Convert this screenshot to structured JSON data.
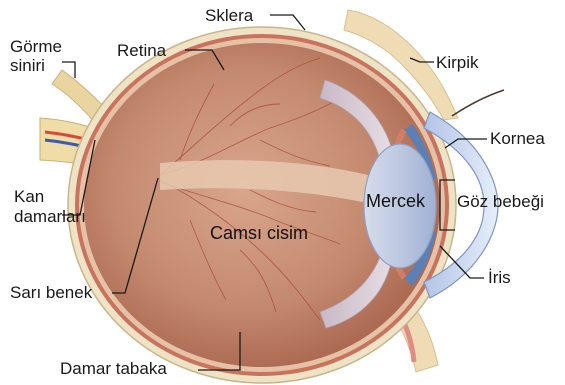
{
  "labels": {
    "sklera": "Sklera",
    "gorme_siniri_1": "Görme",
    "gorme_siniri_2": "siniri",
    "retina": "Retina",
    "kirpik": "Kirpik",
    "kornea": "Kornea",
    "kan_damarlari_1": "Kan",
    "kan_damarlari_2": "damarları",
    "mercek": "Mercek",
    "goz_bebegi": "Göz bebeği",
    "camsi_cisim": "Camsı cisim",
    "iris": "İris",
    "sari_benek": "Sarı benek",
    "damar_tabaka": "Damar tabaka"
  },
  "colors": {
    "sclera": "#efe5c8",
    "choroid": "#c9735e",
    "retina": "#dcae95",
    "vitreous": "#c69078",
    "vessel": "#a8473a",
    "nerve": "#f0deaa",
    "lens": "#bfcbe3",
    "cornea": "#c7d6ef",
    "iris": "#5c7fb6",
    "lid": "#e9d8b4"
  }
}
